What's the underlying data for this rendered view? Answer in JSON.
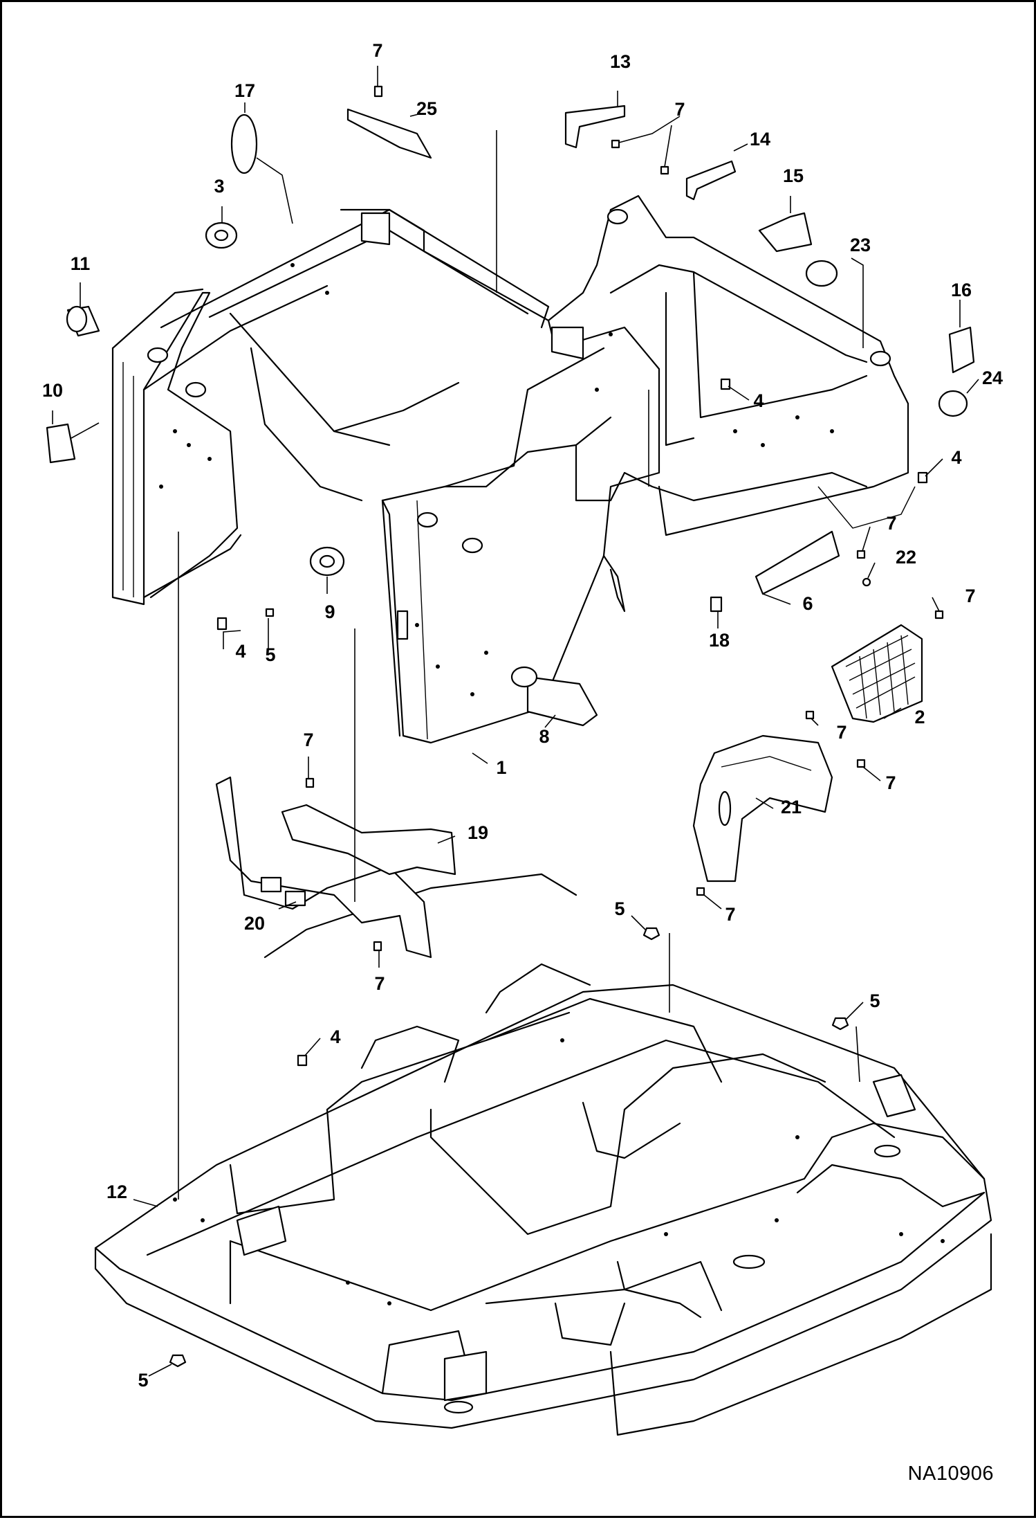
{
  "drawing_code": "NA10906",
  "callouts": [
    {
      "id": "c7a",
      "label": "7"
    },
    {
      "id": "c17",
      "label": "17"
    },
    {
      "id": "c25",
      "label": "25"
    },
    {
      "id": "c13",
      "label": "13"
    },
    {
      "id": "c7b",
      "label": "7"
    },
    {
      "id": "c14",
      "label": "14"
    },
    {
      "id": "c3",
      "label": "3"
    },
    {
      "id": "c15",
      "label": "15"
    },
    {
      "id": "c23",
      "label": "23"
    },
    {
      "id": "c11",
      "label": "11"
    },
    {
      "id": "c16",
      "label": "16"
    },
    {
      "id": "c24",
      "label": "24"
    },
    {
      "id": "c10",
      "label": "10"
    },
    {
      "id": "c4a",
      "label": "4"
    },
    {
      "id": "c4b",
      "label": "4"
    },
    {
      "id": "c7c",
      "label": "7"
    },
    {
      "id": "c22",
      "label": "22"
    },
    {
      "id": "c7d",
      "label": "7"
    },
    {
      "id": "c9",
      "label": "9"
    },
    {
      "id": "c6",
      "label": "6"
    },
    {
      "id": "c18",
      "label": "18"
    },
    {
      "id": "c4c",
      "label": "4"
    },
    {
      "id": "c5a",
      "label": "5"
    },
    {
      "id": "c2",
      "label": "2"
    },
    {
      "id": "c8",
      "label": "8"
    },
    {
      "id": "c7e",
      "label": "7"
    },
    {
      "id": "c1",
      "label": "1"
    },
    {
      "id": "c7f",
      "label": "7"
    },
    {
      "id": "c7g",
      "label": "7"
    },
    {
      "id": "c21",
      "label": "21"
    },
    {
      "id": "c19",
      "label": "19"
    },
    {
      "id": "c20",
      "label": "20"
    },
    {
      "id": "c7h",
      "label": "7"
    },
    {
      "id": "c5b",
      "label": "5"
    },
    {
      "id": "c7i",
      "label": "7"
    },
    {
      "id": "c5c",
      "label": "5"
    },
    {
      "id": "c4d",
      "label": "4"
    },
    {
      "id": "c12",
      "label": "12"
    },
    {
      "id": "c5d",
      "label": "5"
    }
  ]
}
